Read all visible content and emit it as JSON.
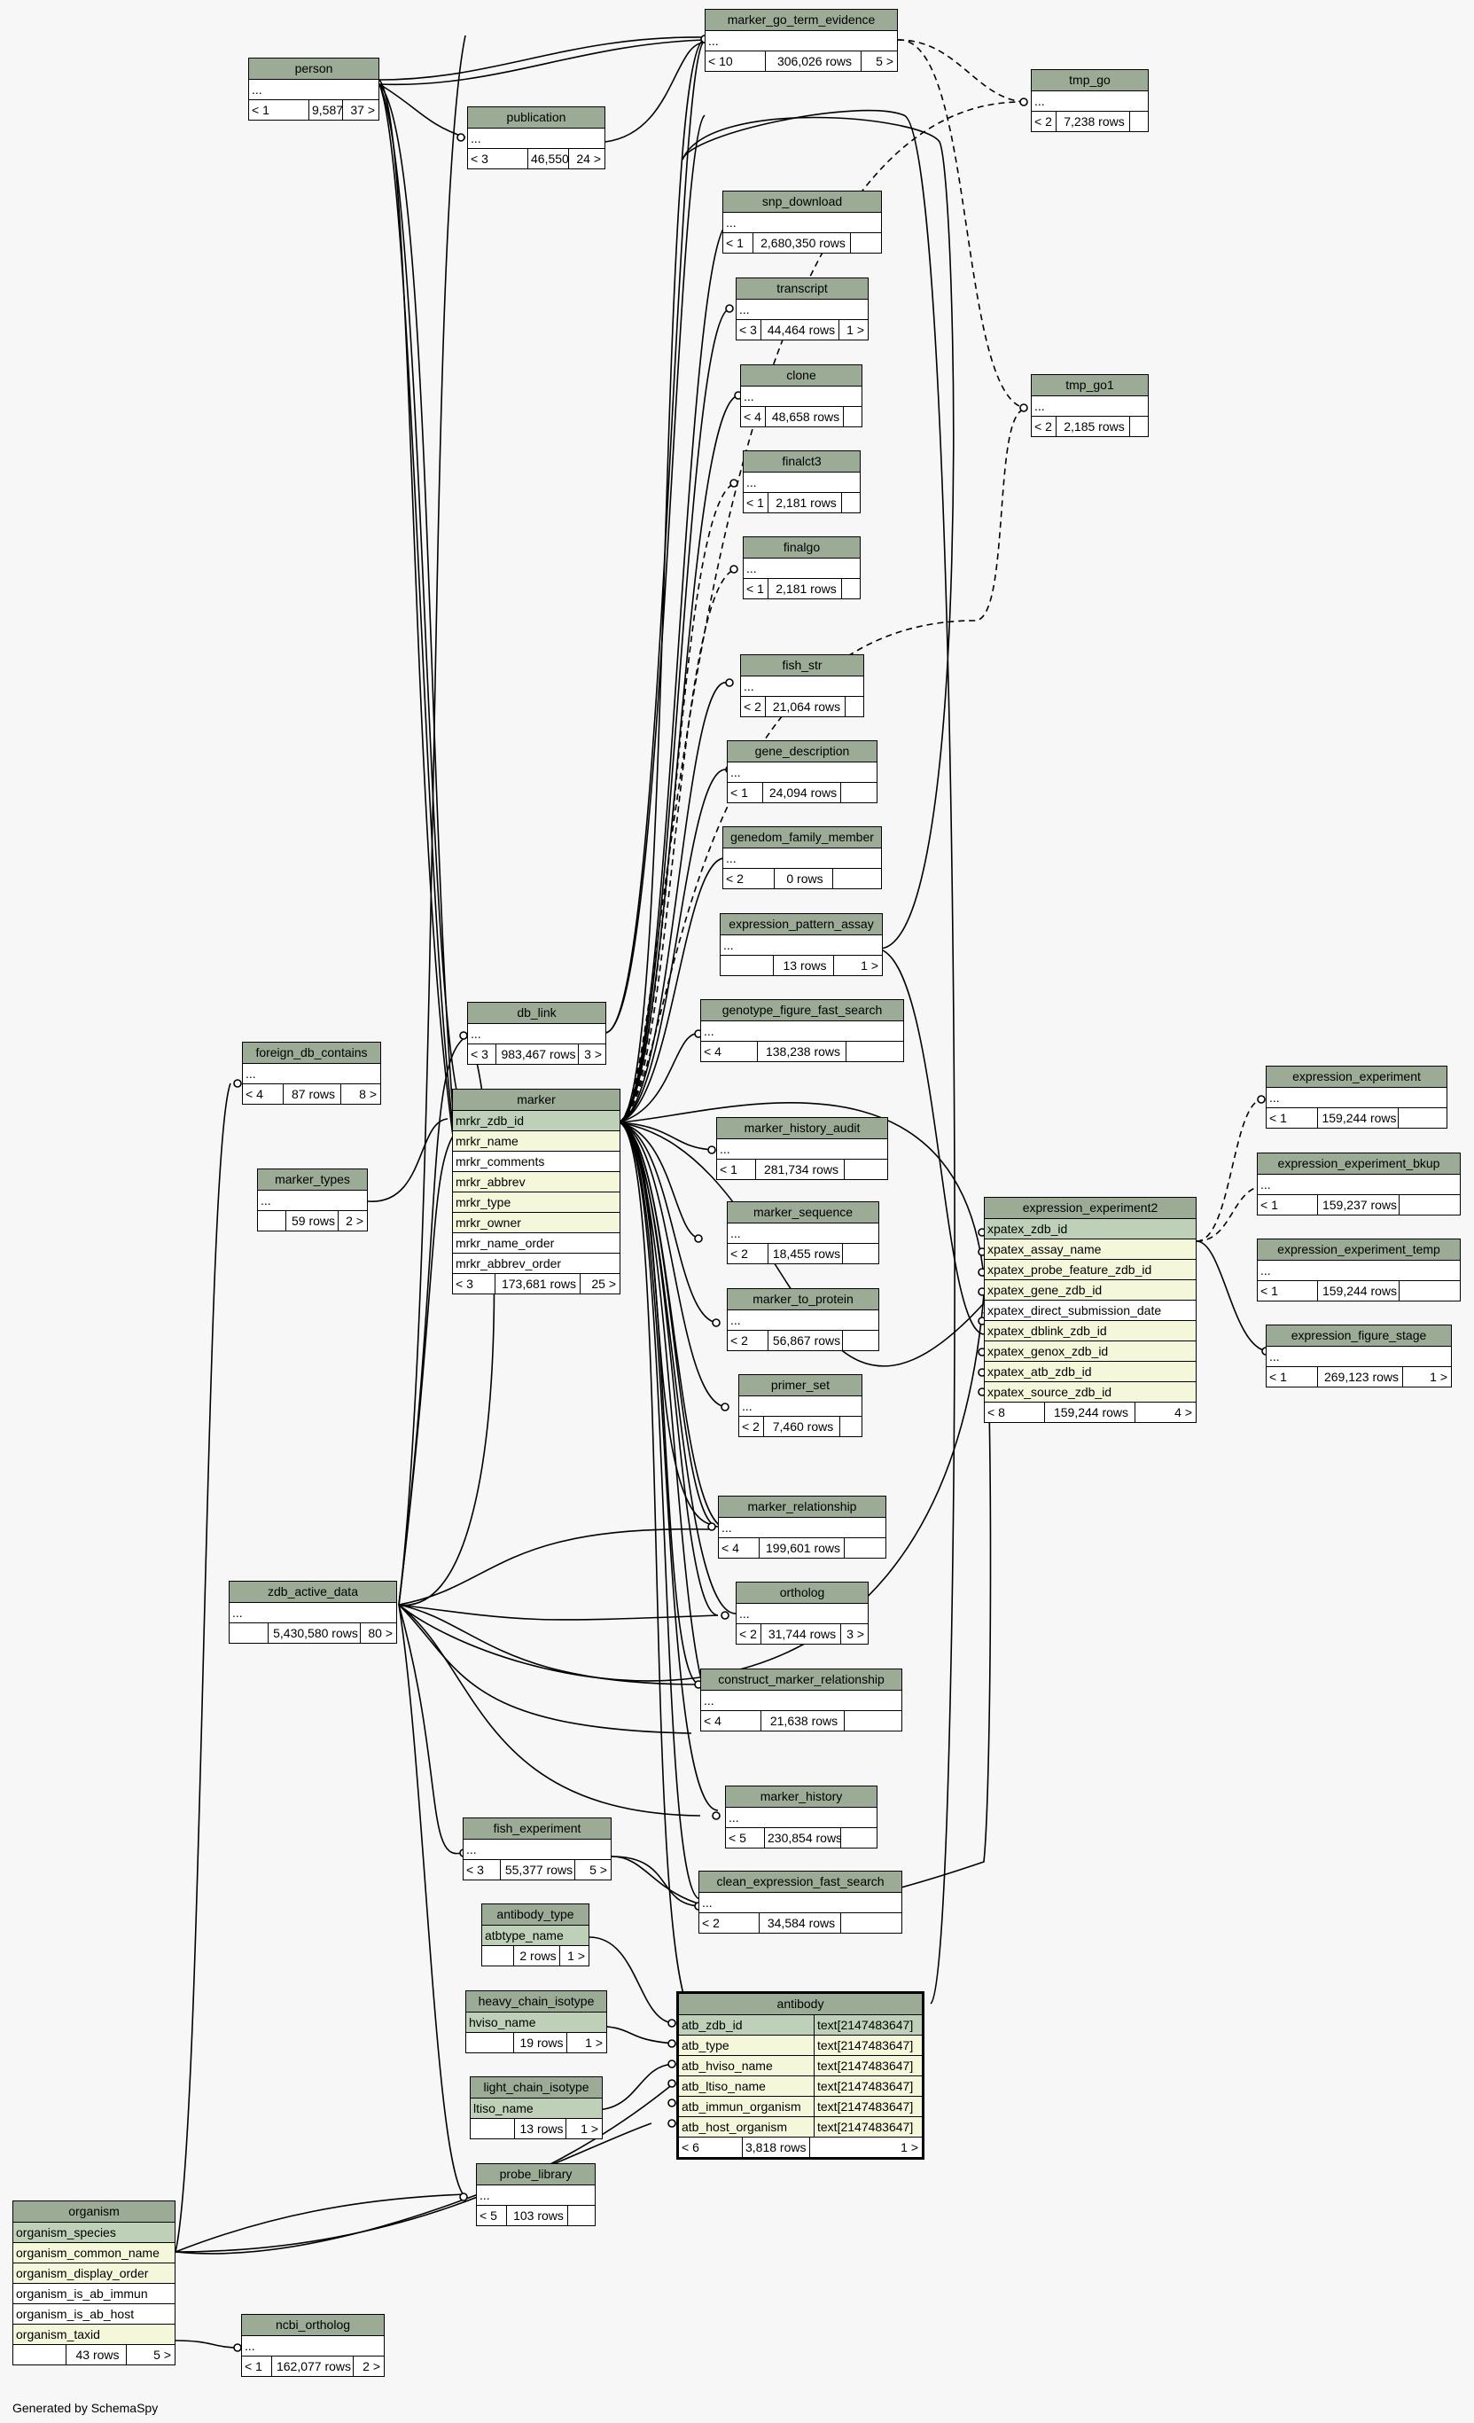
{
  "footer": "Generated by SchemaSpy",
  "tables": {
    "person": {
      "title": "person",
      "rows": [
        {
          "name": "..."
        }
      ],
      "parents": "< 1",
      "rowcount": "9,587 rows",
      "children": "37 >"
    },
    "publication": {
      "title": "publication",
      "rows": [
        {
          "name": "..."
        }
      ],
      "parents": "< 3",
      "rowcount": "46,550 rows",
      "children": "24 >"
    },
    "marker_go_term_evidence": {
      "title": "marker_go_term_evidence",
      "rows": [
        {
          "name": "..."
        }
      ],
      "parents": "< 10",
      "rowcount": "306,026 rows",
      "children": "5 >"
    },
    "tmp_go": {
      "title": "tmp_go",
      "rows": [
        {
          "name": "..."
        }
      ],
      "parents": "< 2",
      "rowcount": "7,238 rows",
      "children": ""
    },
    "snp_download": {
      "title": "snp_download",
      "rows": [
        {
          "name": "..."
        }
      ],
      "parents": "< 1",
      "rowcount": "2,680,350 rows",
      "children": ""
    },
    "transcript": {
      "title": "transcript",
      "rows": [
        {
          "name": "..."
        }
      ],
      "parents": "< 3",
      "rowcount": "44,464 rows",
      "children": "1 >"
    },
    "clone": {
      "title": "clone",
      "rows": [
        {
          "name": "..."
        }
      ],
      "parents": "< 4",
      "rowcount": "48,658 rows",
      "children": ""
    },
    "tmp_go1": {
      "title": "tmp_go1",
      "rows": [
        {
          "name": "..."
        }
      ],
      "parents": "< 2",
      "rowcount": "2,185 rows",
      "children": ""
    },
    "finalct3": {
      "title": "finalct3",
      "rows": [
        {
          "name": "..."
        }
      ],
      "parents": "< 1",
      "rowcount": "2,181 rows",
      "children": ""
    },
    "finalgo": {
      "title": "finalgo",
      "rows": [
        {
          "name": "..."
        }
      ],
      "parents": "< 1",
      "rowcount": "2,181 rows",
      "children": ""
    },
    "fish_str": {
      "title": "fish_str",
      "rows": [
        {
          "name": "..."
        }
      ],
      "parents": "< 2",
      "rowcount": "21,064 rows",
      "children": ""
    },
    "gene_description": {
      "title": "gene_description",
      "rows": [
        {
          "name": "..."
        }
      ],
      "parents": "< 1",
      "rowcount": "24,094 rows",
      "children": ""
    },
    "genedom_family_member": {
      "title": "genedom_family_member",
      "rows": [
        {
          "name": "..."
        }
      ],
      "parents": "< 2",
      "rowcount": "0 rows",
      "children": ""
    },
    "expression_pattern_assay": {
      "title": "expression_pattern_assay",
      "rows": [
        {
          "name": "..."
        }
      ],
      "parents": "",
      "rowcount": "13 rows",
      "children": "1 >"
    },
    "genotype_figure_fast_search": {
      "title": "genotype_figure_fast_search",
      "rows": [
        {
          "name": "..."
        }
      ],
      "parents": "< 4",
      "rowcount": "138,238 rows",
      "children": ""
    },
    "foreign_db_contains": {
      "title": "foreign_db_contains",
      "rows": [
        {
          "name": "..."
        }
      ],
      "parents": "< 4",
      "rowcount": "87 rows",
      "children": "8 >"
    },
    "db_link": {
      "title": "db_link",
      "rows": [
        {
          "name": "..."
        }
      ],
      "parents": "< 3",
      "rowcount": "983,467 rows",
      "children": "3 >"
    },
    "marker": {
      "title": "marker",
      "rows": [
        {
          "name": "mrkr_zdb_id",
          "kind": "pk"
        },
        {
          "name": "mrkr_name",
          "kind": "idx"
        },
        {
          "name": "mrkr_comments",
          "kind": ""
        },
        {
          "name": "mrkr_abbrev",
          "kind": "idx"
        },
        {
          "name": "mrkr_type",
          "kind": "idx"
        },
        {
          "name": "mrkr_owner",
          "kind": "idx"
        },
        {
          "name": "mrkr_name_order",
          "kind": ""
        },
        {
          "name": "mrkr_abbrev_order",
          "kind": ""
        }
      ],
      "parents": "< 3",
      "rowcount": "173,681 rows",
      "children": "25 >"
    },
    "marker_types": {
      "title": "marker_types",
      "rows": [
        {
          "name": "..."
        }
      ],
      "parents": "",
      "rowcount": "59 rows",
      "children": "2 >"
    },
    "marker_history_audit": {
      "title": "marker_history_audit",
      "rows": [
        {
          "name": "..."
        }
      ],
      "parents": "< 1",
      "rowcount": "281,734 rows",
      "children": ""
    },
    "marker_sequence": {
      "title": "marker_sequence",
      "rows": [
        {
          "name": "..."
        }
      ],
      "parents": "< 2",
      "rowcount": "18,455 rows",
      "children": ""
    },
    "marker_to_protein": {
      "title": "marker_to_protein",
      "rows": [
        {
          "name": "..."
        }
      ],
      "parents": "< 2",
      "rowcount": "56,867 rows",
      "children": ""
    },
    "primer_set": {
      "title": "primer_set",
      "rows": [
        {
          "name": "..."
        }
      ],
      "parents": "< 2",
      "rowcount": "7,460 rows",
      "children": ""
    },
    "expression_experiment": {
      "title": "expression_experiment",
      "rows": [
        {
          "name": "..."
        }
      ],
      "parents": "< 1",
      "rowcount": "159,244 rows",
      "children": ""
    },
    "expression_experiment_bkup": {
      "title": "expression_experiment_bkup",
      "rows": [
        {
          "name": "..."
        }
      ],
      "parents": "< 1",
      "rowcount": "159,237 rows",
      "children": ""
    },
    "expression_experiment_temp": {
      "title": "expression_experiment_temp",
      "rows": [
        {
          "name": "..."
        }
      ],
      "parents": "< 1",
      "rowcount": "159,244 rows",
      "children": ""
    },
    "expression_figure_stage": {
      "title": "expression_figure_stage",
      "rows": [
        {
          "name": "..."
        }
      ],
      "parents": "< 1",
      "rowcount": "269,123 rows",
      "children": "1 >"
    },
    "expression_experiment2": {
      "title": "expression_experiment2",
      "rows": [
        {
          "name": "xpatex_zdb_id",
          "kind": "pk"
        },
        {
          "name": "xpatex_assay_name",
          "kind": "idx"
        },
        {
          "name": "xpatex_probe_feature_zdb_id",
          "kind": "idx"
        },
        {
          "name": "xpatex_gene_zdb_id",
          "kind": "idx"
        },
        {
          "name": "xpatex_direct_submission_date",
          "kind": ""
        },
        {
          "name": "xpatex_dblink_zdb_id",
          "kind": "idx"
        },
        {
          "name": "xpatex_genox_zdb_id",
          "kind": "idx"
        },
        {
          "name": "xpatex_atb_zdb_id",
          "kind": "idx"
        },
        {
          "name": "xpatex_source_zdb_id",
          "kind": "idx"
        }
      ],
      "parents": "< 8",
      "rowcount": "159,244 rows",
      "children": "4 >"
    },
    "marker_types_rel": {
      "title": "marker_relationship",
      "rows": [
        {
          "name": "..."
        }
      ],
      "parents": "< 4",
      "rowcount": "199,601 rows",
      "children": ""
    },
    "zdb_active_data": {
      "title": "zdb_active_data",
      "rows": [
        {
          "name": "..."
        }
      ],
      "parents": "",
      "rowcount": "5,430,580 rows",
      "children": "80 >"
    },
    "ortholog": {
      "title": "ortholog",
      "rows": [
        {
          "name": "..."
        }
      ],
      "parents": "< 2",
      "rowcount": "31,744 rows",
      "children": "3 >"
    },
    "construct_marker_relationship": {
      "title": "construct_marker_relationship",
      "rows": [
        {
          "name": "..."
        }
      ],
      "parents": "< 4",
      "rowcount": "21,638 rows",
      "children": ""
    },
    "marker_history": {
      "title": "marker_history",
      "rows": [
        {
          "name": "..."
        }
      ],
      "parents": "< 5",
      "rowcount": "230,854 rows",
      "children": ""
    },
    "fish_experiment": {
      "title": "fish_experiment",
      "rows": [
        {
          "name": "..."
        }
      ],
      "parents": "< 3",
      "rowcount": "55,377 rows",
      "children": "5 >"
    },
    "clean_expression_fast_search": {
      "title": "clean_expression_fast_search",
      "rows": [
        {
          "name": "..."
        }
      ],
      "parents": "< 2",
      "rowcount": "34,584 rows",
      "children": ""
    },
    "antibody_type": {
      "title": "antibody_type",
      "rows": [
        {
          "name": "atbtype_name",
          "kind": "pk"
        }
      ],
      "parents": "",
      "rowcount": "2 rows",
      "children": "1 >"
    },
    "heavy_chain_isotype": {
      "title": "heavy_chain_isotype",
      "rows": [
        {
          "name": "hviso_name",
          "kind": "pk"
        }
      ],
      "parents": "",
      "rowcount": "19 rows",
      "children": "1 >"
    },
    "light_chain_isotype": {
      "title": "light_chain_isotype",
      "rows": [
        {
          "name": "ltiso_name",
          "kind": "pk"
        }
      ],
      "parents": "",
      "rowcount": "13 rows",
      "children": "1 >"
    },
    "antibody": {
      "title": "antibody",
      "rows": [
        {
          "name": "atb_zdb_id",
          "type": "text[2147483647]",
          "kind": "pk"
        },
        {
          "name": "atb_type",
          "type": "text[2147483647]",
          "kind": "idx"
        },
        {
          "name": "atb_hviso_name",
          "type": "text[2147483647]",
          "kind": "idx"
        },
        {
          "name": "atb_ltiso_name",
          "type": "text[2147483647]",
          "kind": "idx"
        },
        {
          "name": "atb_immun_organism",
          "type": "text[2147483647]",
          "kind": "idx"
        },
        {
          "name": "atb_host_organism",
          "type": "text[2147483647]",
          "kind": "idx"
        }
      ],
      "parents": "< 6",
      "rowcount": "3,818 rows",
      "children": "1 >"
    },
    "probe_library": {
      "title": "probe_library",
      "rows": [
        {
          "name": "..."
        }
      ],
      "parents": "< 5",
      "rowcount": "103 rows",
      "children": ""
    },
    "organism": {
      "title": "organism",
      "rows": [
        {
          "name": "organism_species",
          "kind": "pk"
        },
        {
          "name": "organism_common_name",
          "kind": "idx"
        },
        {
          "name": "organism_display_order",
          "kind": "idx"
        },
        {
          "name": "organism_is_ab_immun",
          "kind": ""
        },
        {
          "name": "organism_is_ab_host",
          "kind": ""
        },
        {
          "name": "organism_taxid",
          "kind": "idx"
        }
      ],
      "parents": "",
      "rowcount": "43 rows",
      "children": "5 >"
    },
    "ncbi_ortholog": {
      "title": "ncbi_ortholog",
      "rows": [
        {
          "name": "..."
        }
      ],
      "parents": "< 1",
      "rowcount": "162,077 rows",
      "children": "2 >"
    }
  }
}
